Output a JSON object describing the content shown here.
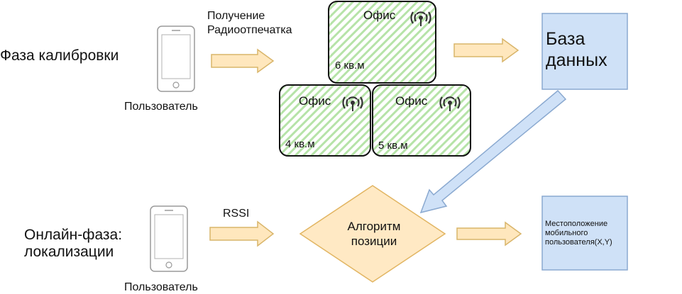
{
  "calibration": {
    "phase_label": "Фаза калибровки",
    "user_label": "Пользователь",
    "fingerprint_label_line1": "Получение",
    "fingerprint_label_line2": "Радиоотпечатка"
  },
  "offices": [
    {
      "title": "Офис",
      "area": "6 кв.м"
    },
    {
      "title": "Офис",
      "area": "4 кв.м"
    },
    {
      "title": "Офис",
      "area": "5 кв.м"
    }
  ],
  "database": {
    "line1": "База",
    "line2": "данных"
  },
  "online": {
    "phase_line1": "Онлайн-фаза:",
    "phase_line2": "локализации",
    "user_label": "Пользователь",
    "rssi_label": "RSSI"
  },
  "algorithm": {
    "line1": "Алгоритм",
    "line2": "позиции"
  },
  "location": {
    "line1": "Местоположение",
    "line2": "мобильного",
    "line3": "пользователя(X,Y)"
  },
  "colors": {
    "office_hatch": "#b6e3a8",
    "arrow_fill": "#ffe7bd",
    "arrow_stroke": "#d9b56a",
    "db_fill": "#cfe1f7",
    "db_stroke": "#8aa9d0",
    "algo_fill": "#ffe9c4",
    "algo_stroke": "#e2b562",
    "blue_arrow_fill": "#cfe1f7",
    "blue_arrow_stroke": "#8aa9d0"
  },
  "icons": [
    "smartphone-icon",
    "wifi-signal-icon"
  ]
}
